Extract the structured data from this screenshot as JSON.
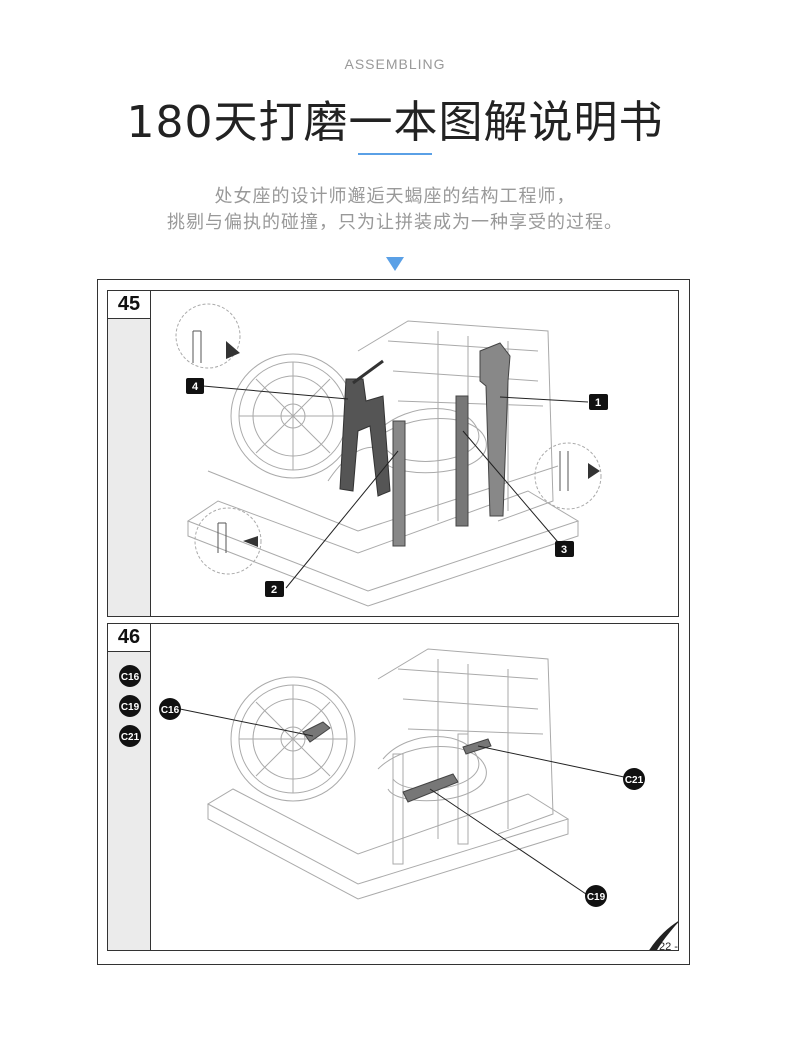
{
  "header": {
    "eyebrow": "ASSEMBLING",
    "title": "180天打磨一本图解说明书",
    "subtitle_line1": "处女座的设计师邂逅天蝎座的结构工程师，",
    "subtitle_line2": "挑剔与偏执的碰撞，只为让拼装成为一种享受的过程。"
  },
  "steps": [
    {
      "number": "45",
      "callouts": [
        "1",
        "2",
        "3",
        "4"
      ]
    },
    {
      "number": "46",
      "parts": [
        "C16",
        "C19",
        "C21"
      ],
      "callouts": [
        "C16",
        "C21",
        "C19"
      ]
    }
  ],
  "page_number": "22 -"
}
